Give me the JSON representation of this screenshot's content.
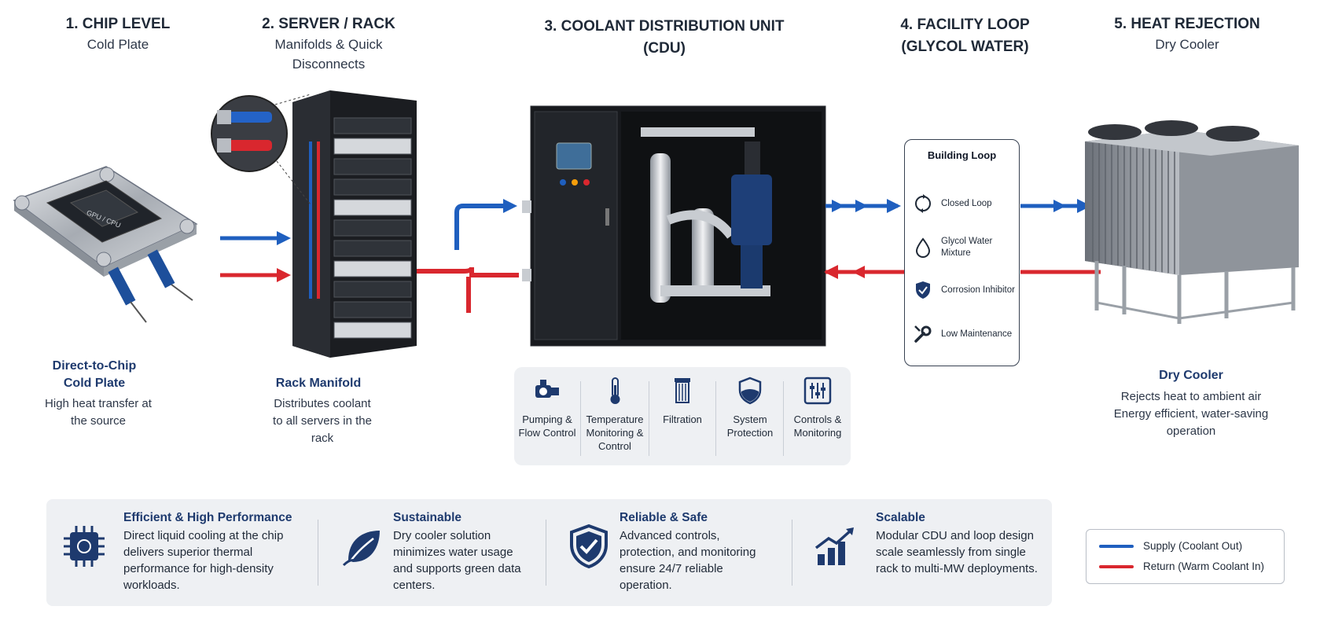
{
  "colors": {
    "supply": "#1f5fbf",
    "return": "#d9272e",
    "navy": "#1e3a6e"
  },
  "stages": [
    {
      "title": "1. CHIP LEVEL",
      "subtitle": "Cold Plate"
    },
    {
      "title": "2. SERVER / RACK",
      "subtitle": "Manifolds & Quick Disconnects"
    },
    {
      "title": "3. COOLANT DISTRIBUTION UNIT (CDU)",
      "subtitle": ""
    },
    {
      "title": "4. FACILITY LOOP (GLYCOL WATER)",
      "subtitle": ""
    },
    {
      "title": "5. HEAT REJECTION",
      "subtitle": "Dry Cooler"
    }
  ],
  "chip": {
    "label": "GPU / CPU",
    "caption_title": "Direct-to-Chip Cold Plate",
    "caption_text": "High heat transfer at the source"
  },
  "rack": {
    "caption_title": "Rack Manifold",
    "caption_text": "Distributes coolant to all servers in the rack"
  },
  "building_loop": {
    "title": "Building Loop",
    "items": [
      {
        "icon": "loop-icon",
        "label": "Closed Loop"
      },
      {
        "icon": "droplet-icon",
        "label": "Glycol Water Mixture"
      },
      {
        "icon": "shield-check-icon",
        "label": "Corrosion Inhibitor"
      },
      {
        "icon": "wrench-icon",
        "label": "Low Maintenance"
      }
    ]
  },
  "dry_cooler": {
    "caption_title": "Dry Cooler",
    "caption_text": "Rejects heat to ambient air Energy efficient, water-saving operation"
  },
  "cdu_features": [
    {
      "icon": "pump-icon",
      "label": "Pumping & Flow Control"
    },
    {
      "icon": "thermometer-icon",
      "label": "Temperature Monitoring & Control"
    },
    {
      "icon": "filter-icon",
      "label": "Filtration"
    },
    {
      "icon": "shield-icon",
      "label": "System Protection"
    },
    {
      "icon": "sliders-icon",
      "label": "Controls & Monitoring"
    }
  ],
  "benefits": [
    {
      "icon": "chip-icon",
      "title": "Efficient & High Performance",
      "text": "Direct liquid cooling at the chip delivers superior thermal performance for high-density workloads."
    },
    {
      "icon": "leaf-icon",
      "title": "Sustainable",
      "text": "Dry cooler solution minimizes water usage and supports green data centers."
    },
    {
      "icon": "shield-check-icon",
      "title": "Reliable & Safe",
      "text": "Advanced controls, protection, and monitoring ensure 24/7 reliable operation."
    },
    {
      "icon": "growth-chart-icon",
      "title": "Scalable",
      "text": "Modular CDU and loop design scale seamlessly from single rack to multi-MW deployments."
    }
  ],
  "legend": [
    {
      "label": "Supply (Coolant Out)",
      "color": "#1f5fbf"
    },
    {
      "label": "Return (Warm Coolant In)",
      "color": "#d9272e"
    }
  ]
}
